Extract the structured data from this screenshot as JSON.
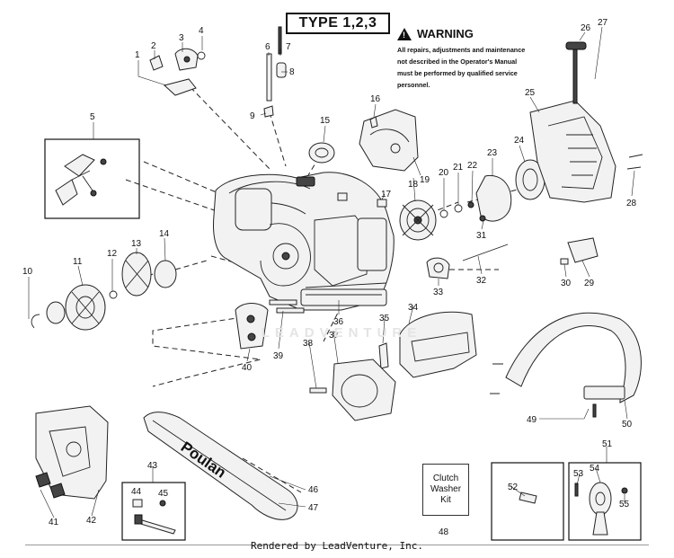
{
  "header": {
    "type_label": "TYPE 1,2,3"
  },
  "warning": {
    "title": "WARNING",
    "mark": "!",
    "lines": [
      "All repairs, adjustments and maintenance",
      "not described in the Operator's Manual",
      "must be performed by qualified  service",
      "personnel."
    ]
  },
  "kit_label": {
    "line1": "Clutch",
    "line2": "Washer",
    "line3": "Kit"
  },
  "bar_brand": "Poulan",
  "watermark": "LEADVENTURE",
  "footer": "Rendered by LeadVenture, Inc.",
  "callouts": {
    "c1": "1",
    "c2": "2",
    "c3": "3",
    "c4": "4",
    "c5": "5",
    "c6": "6",
    "c7": "7",
    "c8": "8",
    "c9": "9",
    "c10": "10",
    "c11": "11",
    "c12": "12",
    "c13": "13",
    "c14": "14",
    "c15": "15",
    "c16": "16",
    "c17": "17",
    "c18": "18",
    "c19": "19",
    "c20": "20",
    "c21": "21",
    "c22": "22",
    "c23": "23",
    "c24": "24",
    "c25": "25",
    "c26": "26",
    "c27": "27",
    "c28": "28",
    "c29": "29",
    "c30": "30",
    "c31": "31",
    "c32": "32",
    "c33": "33",
    "c34": "34",
    "c35": "35",
    "c36": "36",
    "c37": "37",
    "c38": "38",
    "c39": "39",
    "c40": "40",
    "c41": "41",
    "c42": "42",
    "c43": "43",
    "c44": "44",
    "c45": "45",
    "c46": "46",
    "c47": "47",
    "c48": "48",
    "c49": "49",
    "c50": "50",
    "c51": "51",
    "c52": "52",
    "c53": "53",
    "c54": "54",
    "c55": "55"
  }
}
